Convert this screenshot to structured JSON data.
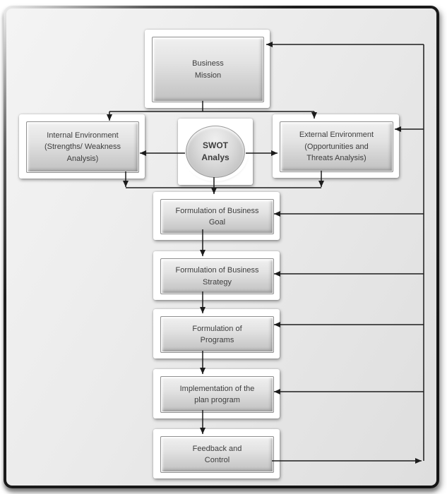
{
  "diagram_type": "flowchart",
  "nodes": {
    "business_mission": {
      "label": "Business\nMission"
    },
    "internal_environment": {
      "label": "Internal Environment\n(Strengths/ Weakness\nAnalysis)"
    },
    "swot_analysis": {
      "label": "SWOT\nAnalys"
    },
    "external_environment": {
      "label": "External Environment\n(Opportunities and\nThreats Analysis)"
    },
    "formulation_goal": {
      "label": "Formulation of Business\nGoal"
    },
    "formulation_strategy": {
      "label": "Formulation of Business\nStrategy"
    },
    "formulation_programs": {
      "label": "Formulation of\nPrograms"
    },
    "implementation": {
      "label": "Implementation of the\nplan program"
    },
    "feedback_control": {
      "label": "Feedback and\nControl"
    }
  },
  "edges": [
    {
      "from": "business_mission",
      "to": "internal_environment"
    },
    {
      "from": "business_mission",
      "to": "external_environment"
    },
    {
      "from": "swot_analysis",
      "to": "internal_environment"
    },
    {
      "from": "swot_analysis",
      "to": "external_environment"
    },
    {
      "from": "internal_environment",
      "to": "formulation_goal"
    },
    {
      "from": "swot_analysis",
      "to": "formulation_goal"
    },
    {
      "from": "external_environment",
      "to": "formulation_goal"
    },
    {
      "from": "formulation_goal",
      "to": "formulation_strategy"
    },
    {
      "from": "formulation_strategy",
      "to": "formulation_programs"
    },
    {
      "from": "formulation_programs",
      "to": "implementation"
    },
    {
      "from": "implementation",
      "to": "feedback_control"
    },
    {
      "from": "feedback_control",
      "to": "business_mission"
    },
    {
      "from": "feedback_control",
      "to": "external_environment"
    },
    {
      "from": "feedback_control",
      "to": "formulation_goal"
    },
    {
      "from": "feedback_control",
      "to": "formulation_strategy"
    },
    {
      "from": "feedback_control",
      "to": "formulation_programs"
    },
    {
      "from": "feedback_control",
      "to": "implementation"
    }
  ],
  "colors": {
    "frame_border": "#1d1d1d",
    "canvas_background": "#ebebeb",
    "node_fill_top": "#f0f0f0",
    "node_fill_bottom": "#c1c1c1",
    "node_plate": "#ffffff",
    "text": "#3d3d3d",
    "arrow": "#1c1c1c"
  }
}
